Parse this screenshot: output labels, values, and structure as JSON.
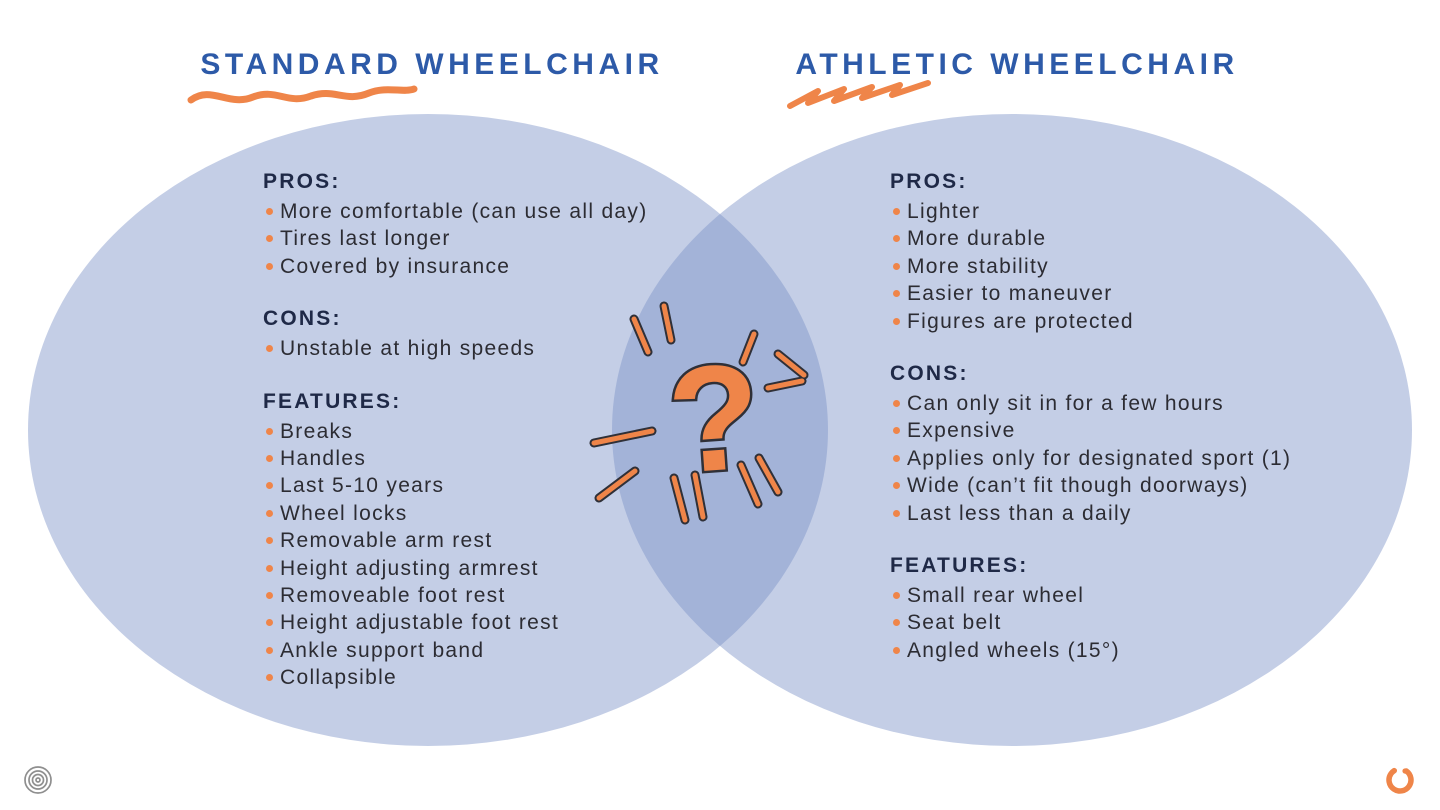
{
  "titles": {
    "left": "STANDARD WHEELCHAIR",
    "right": "ATHLETIC WHEELCHAIR"
  },
  "venn": {
    "left": {
      "sections": [
        {
          "heading": "PROS:",
          "items": [
            "More comfortable (can use all day)",
            "Tires last longer",
            "Covered by insurance"
          ]
        },
        {
          "heading": "CONS:",
          "items": [
            "Unstable at high speeds"
          ]
        },
        {
          "heading": "FEATURES:",
          "items": [
            "Breaks",
            "Handles",
            "Last 5-10 years",
            "Wheel locks",
            "Removable arm rest",
            "Height adjusting armrest",
            "Removeable foot rest",
            "Height adjustable foot rest",
            "Ankle support band",
            "Collapsible"
          ]
        }
      ]
    },
    "right": {
      "sections": [
        {
          "heading": "PROS:",
          "items": [
            "Lighter",
            "More durable",
            "More stability",
            "Easier to maneuver",
            "Figures are protected"
          ]
        },
        {
          "heading": "CONS:",
          "items": [
            "Can only sit in for a few hours",
            "Expensive",
            "Applies only for designated sport (1)",
            "Wide (can’t fit though doorways)",
            "Last less than a daily"
          ]
        },
        {
          "heading": "FEATURES:",
          "items": [
            "Small rear wheel",
            "Seat belt",
            "Angled wheels (15°)"
          ]
        }
      ]
    }
  },
  "center": {
    "symbol": "?"
  },
  "colors": {
    "accent_orange": "#ef8549",
    "title_blue": "#2d5aa8",
    "circle_fill": "#bac6e3",
    "overlap_fill": "#a2b1d5",
    "heading_navy": "#1f2947",
    "body_text": "#2c2c33"
  }
}
